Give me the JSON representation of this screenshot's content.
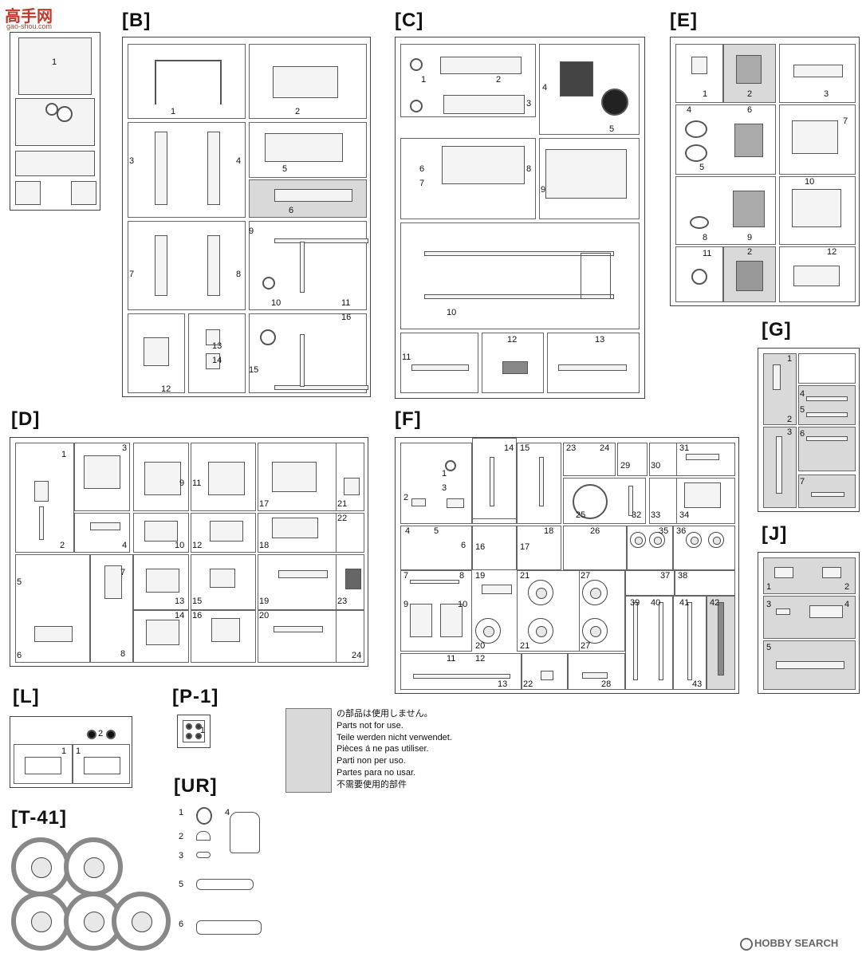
{
  "watermark_top": {
    "brand": "高手网",
    "url": "gao-shou.com"
  },
  "watermark_bottom": {
    "brand": "HOBBY SEARCH"
  },
  "sprues": {
    "B": "[B]",
    "C": "[C]",
    "D": "[D]",
    "E": "[E]",
    "F": "[F]",
    "G": "[G]",
    "J": "[J]",
    "L": "[L]",
    "P1": "[P-1]",
    "UR": "[UR]",
    "T41": "[T-41]"
  },
  "overview_part": "1",
  "legend": {
    "ja": "の部品は使用しません。",
    "en": "Parts not for use.",
    "de": "Teile werden nicht verwendet.",
    "fr": "Pièces á ne pas utiliser.",
    "it": "Parti non per uso.",
    "es": "Partes para no usar.",
    "zh": "不需要使用的部件"
  },
  "parts": {
    "B": [
      "1",
      "2",
      "3",
      "4",
      "5",
      "6",
      "7",
      "8",
      "9",
      "10",
      "11",
      "12",
      "13",
      "14",
      "15",
      "16"
    ],
    "C": [
      "1",
      "2",
      "3",
      "4",
      "5",
      "6",
      "7",
      "8",
      "9",
      "10",
      "11",
      "12",
      "13"
    ],
    "D": [
      "1",
      "2",
      "3",
      "4",
      "5",
      "6",
      "7",
      "8",
      "9",
      "10",
      "11",
      "12",
      "13",
      "14",
      "15",
      "16",
      "17",
      "18",
      "19",
      "20",
      "21",
      "22",
      "23",
      "24"
    ],
    "E": [
      "1",
      "2",
      "3",
      "4",
      "5",
      "6",
      "7",
      "8",
      "9",
      "10",
      "11",
      "2",
      "12"
    ],
    "F": [
      "1",
      "2",
      "3",
      "4",
      "5",
      "6",
      "7",
      "8",
      "9",
      "10",
      "11",
      "12",
      "13",
      "14",
      "15",
      "16",
      "17",
      "18",
      "19",
      "20",
      "21",
      "21",
      "22",
      "23",
      "24",
      "25",
      "26",
      "27",
      "27",
      "28",
      "29",
      "30",
      "31",
      "32",
      "33",
      "34",
      "35",
      "36",
      "37",
      "38",
      "39",
      "40",
      "41",
      "42",
      "43"
    ],
    "G": [
      "1",
      "2",
      "3",
      "4",
      "5",
      "6",
      "7"
    ],
    "J": [
      "1",
      "2",
      "3",
      "4",
      "5"
    ],
    "L": [
      "1",
      "1",
      "2"
    ],
    "P1": [
      "1"
    ],
    "UR": [
      "1",
      "2",
      "3",
      "4",
      "5",
      "6"
    ]
  }
}
